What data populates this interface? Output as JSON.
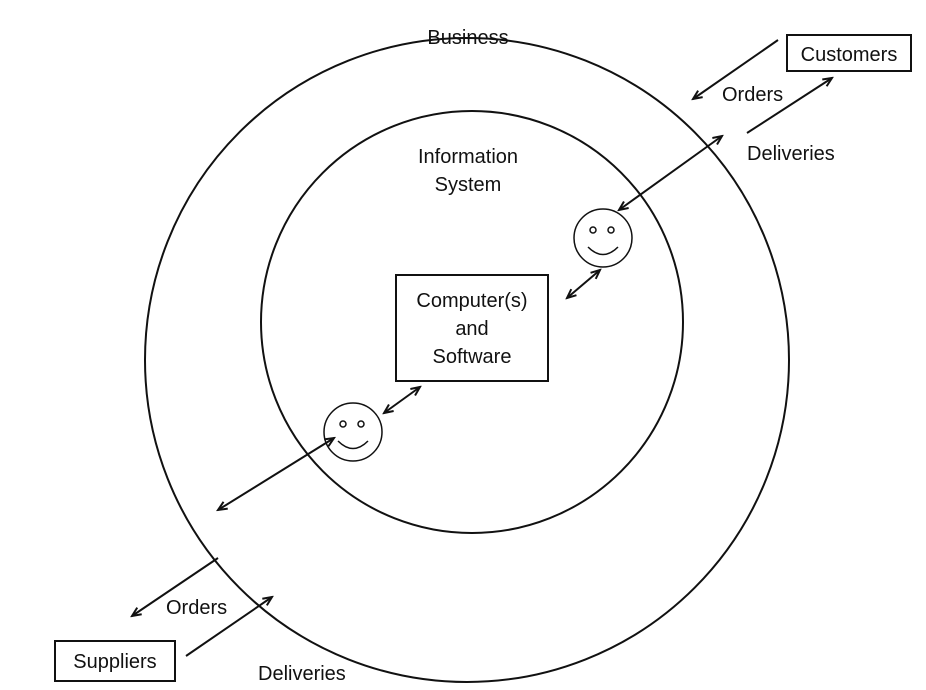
{
  "labels": {
    "business": "Business",
    "information_system_line1": "Information",
    "information_system_line2": "System",
    "computer_line1": "Computer(s)",
    "computer_line2": "and",
    "computer_line3": "Software",
    "customers": "Customers",
    "suppliers": "Suppliers",
    "orders_top": "Orders",
    "deliveries_top": "Deliveries",
    "orders_bottom": "Orders",
    "deliveries_bottom": "Deliveries"
  },
  "colors": {
    "background": "#ffffff",
    "stroke": "#111111"
  },
  "icons": [
    "smiley-face-icon",
    "smiley-face-icon"
  ]
}
